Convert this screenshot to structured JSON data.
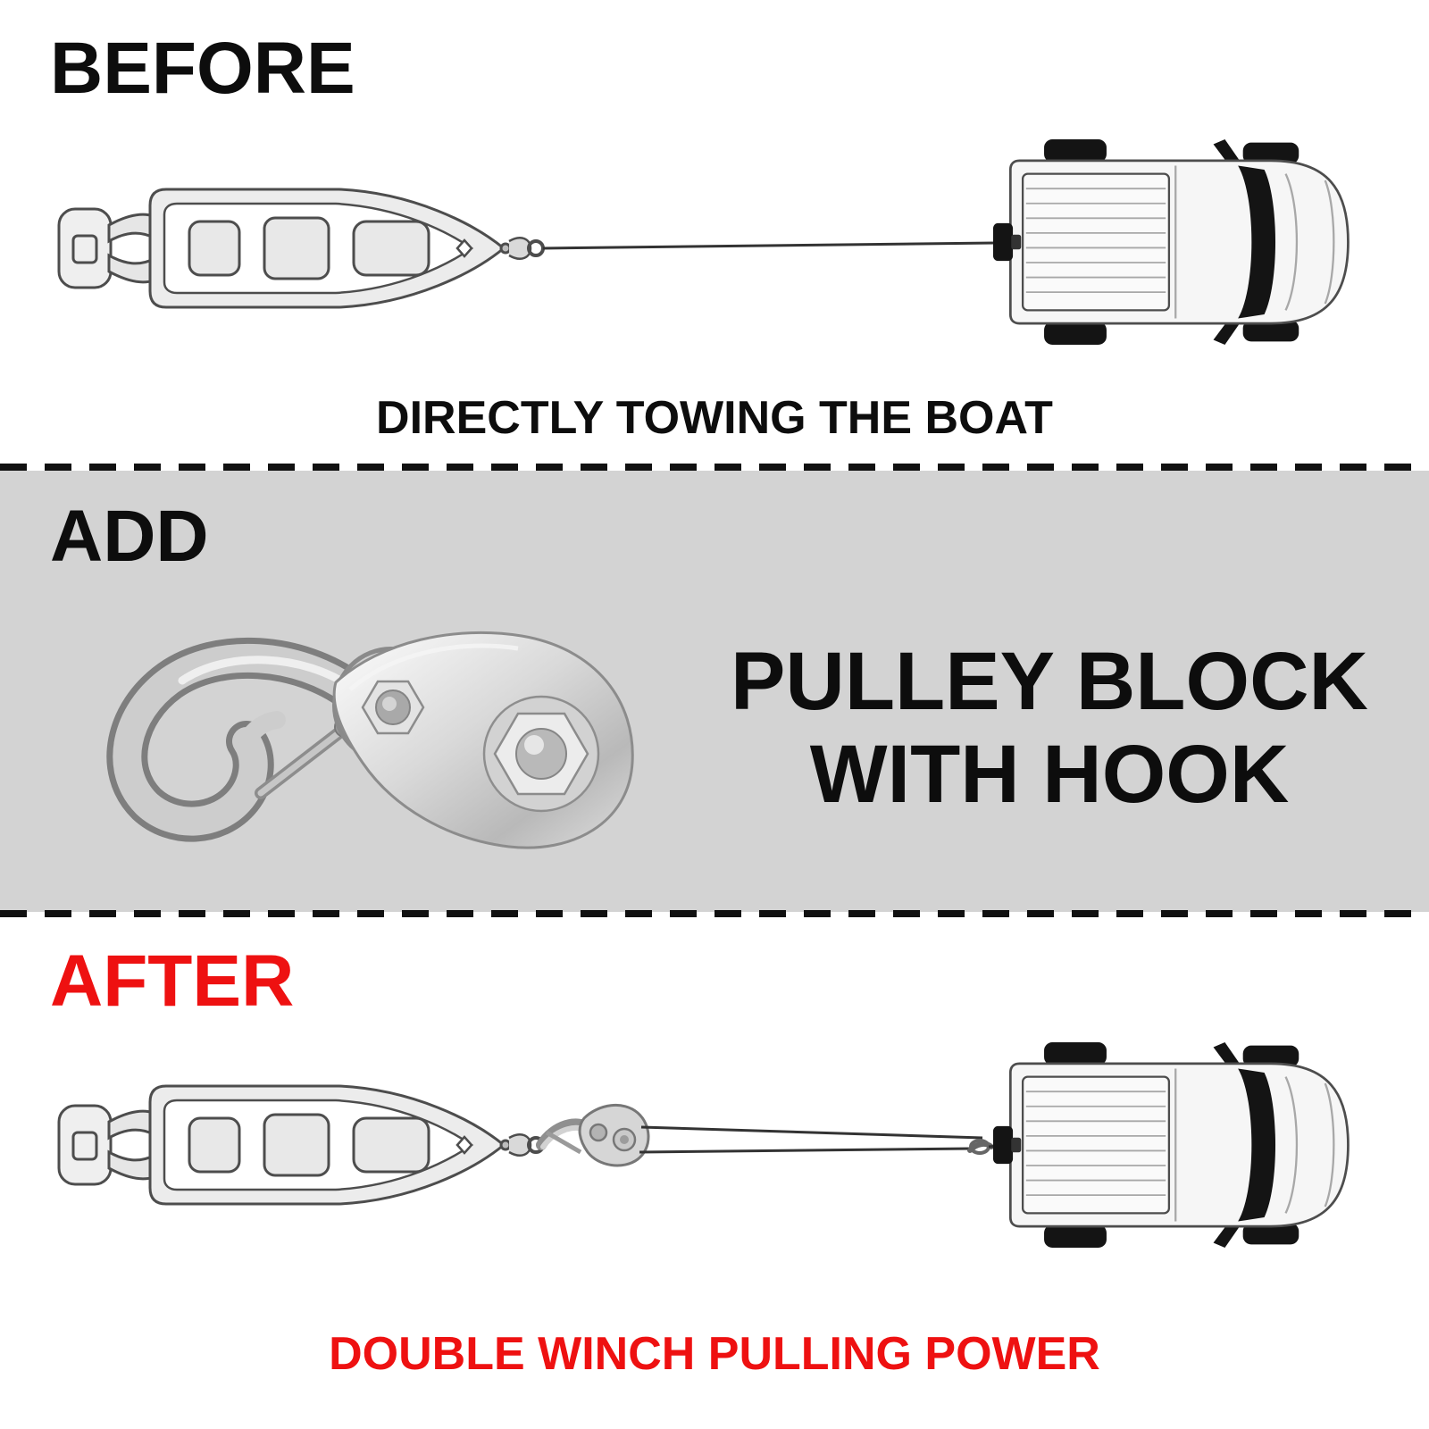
{
  "colors": {
    "background": "#ffffff",
    "band_background": "#d3d3d3",
    "text_black": "#0d0d0d",
    "accent_red": "#ee1111",
    "line_art_gray": "#4d4d4d"
  },
  "sections": {
    "before": {
      "title": "BEFORE",
      "caption": "DIRECTLY TOWING THE BOAT"
    },
    "add": {
      "title": "ADD",
      "product_label_line1": "PULLEY BLOCK",
      "product_label_line2": "WITH HOOK"
    },
    "after": {
      "title": "AFTER",
      "caption": "DOUBLE WINCH PULLING POWER"
    }
  },
  "icons": {
    "boat": "boat-top-view-line-art",
    "truck": "pickup-truck-top-view-line-art",
    "rope": "winch-rope-line",
    "pulley_photo": "pulley-block-with-hook-photo",
    "pulley_small": "pulley-block-with-hook-line-art",
    "divider": "dashed-divider-line"
  }
}
